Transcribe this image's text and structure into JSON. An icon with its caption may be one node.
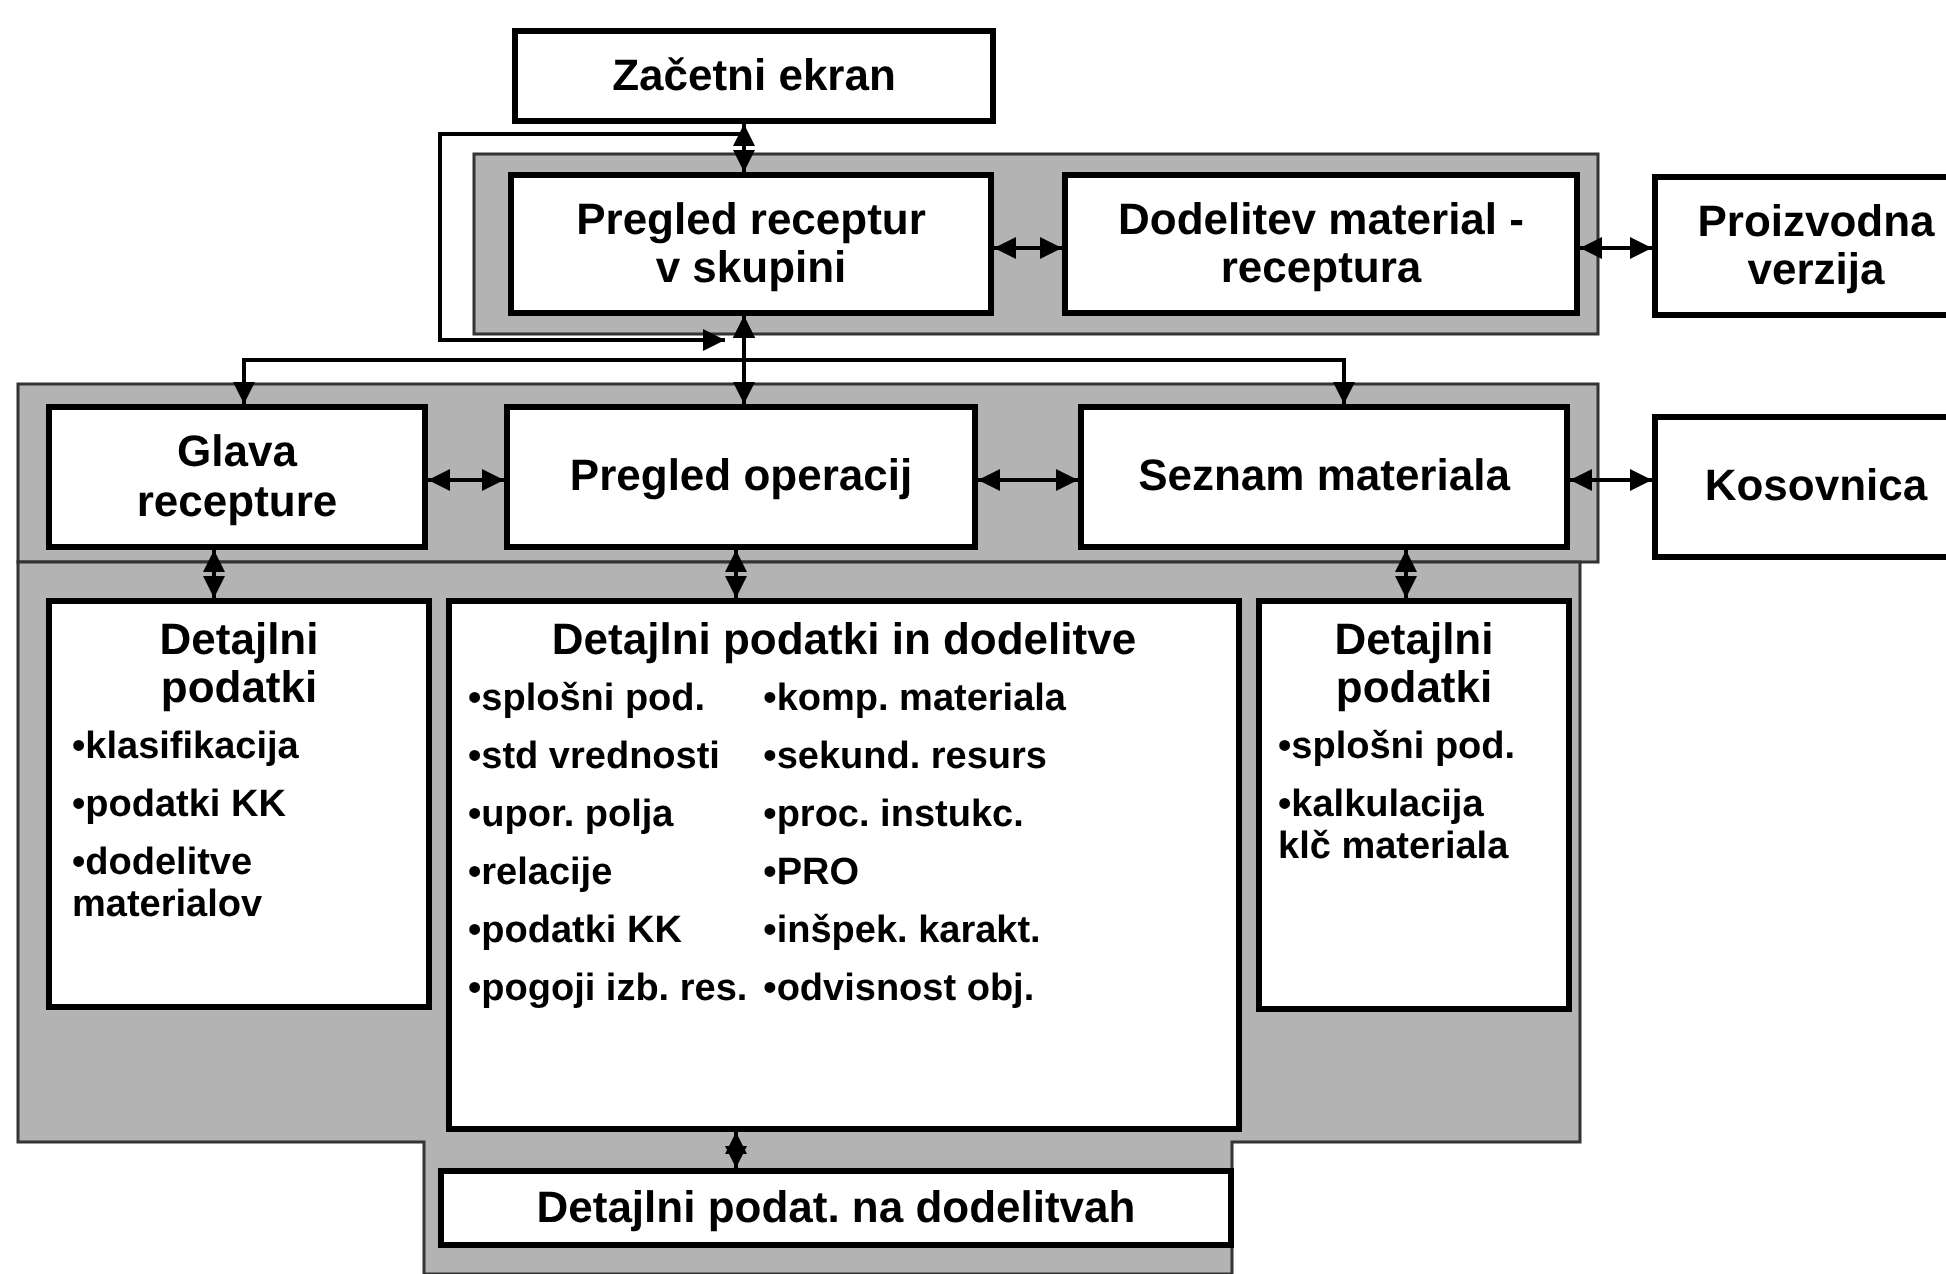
{
  "diagram": {
    "nodes": [
      {
        "text": [
          "Začetni ekran"
        ]
      },
      {
        "text": [],
        "shape": "box"
      },
      {
        "text": [
          "Pregled receptur v skupini"
        ],
        "in": 1
      },
      {
        "text": [
          "Dodelitev material - receptura"
        ],
        "in": 1
      },
      {
        "text": [
          "Proizvodna verzija"
        ]
      },
      {
        "text": [],
        "shape": "box"
      },
      {
        "text": [
          "Glava recepture"
        ],
        "in": 5
      },
      {
        "text": [
          "Pregled operacij"
        ],
        "in": 5
      },
      {
        "text": [
          "Seznam materiala"
        ],
        "in": 5
      },
      {
        "text": [
          "Kosovnica"
        ]
      },
      {
        "text": [],
        "shape": "box"
      },
      {
        "text": [
          "Detajlni podatki",
          "•klasifikacija",
          "•podatki KK",
          "•dodelitve materialov"
        ],
        "in": 10
      },
      {
        "text": [
          "Detajlni podatki in dodelitve",
          "•splošni pod.",
          "•komp. materiala",
          "•std vrednosti",
          "•sekund. resurs",
          "•upor. polja",
          "•proc. instukc.",
          "•relacije",
          "•PRO",
          "•podatki KK",
          "•inšpek. karakt.",
          "•pogoji izb. res.",
          "•odvisnost obj."
        ],
        "in": 10
      },
      {
        "text": [
          "Detajlni podatki",
          "•splošni pod.",
          "•kalkulacija klč materiala"
        ],
        "in": 10
      },
      {
        "text": [
          "Detajlni podat. na dodelitvah"
        ],
        "in": 10
      }
    ],
    "edges": [
      {
        "from": 0,
        "to": 2,
        "arrow": "both"
      },
      {
        "from": 2,
        "to": 3,
        "arrow": "both"
      },
      {
        "from": 3,
        "to": 4,
        "arrow": "both"
      },
      {
        "from": 2,
        "to": 7,
        "arrow": "both"
      },
      {
        "from": 2,
        "to": 6,
        "arrow": "both"
      },
      {
        "from": 2,
        "to": 8,
        "arrow": "both"
      },
      {
        "from": 6,
        "to": 7,
        "arrow": "both"
      },
      {
        "from": 7,
        "to": 8,
        "arrow": "both"
      },
      {
        "from": 8,
        "to": 9,
        "arrow": "both"
      },
      {
        "from": 6,
        "to": 11,
        "arrow": "both"
      },
      {
        "from": 7,
        "to": 12,
        "arrow": "both"
      },
      {
        "from": 8,
        "to": 13,
        "arrow": "both"
      },
      {
        "from": 12,
        "to": 14,
        "arrow": "both"
      },
      {
        "from": 0,
        "to": 2,
        "arrow": "to"
      }
    ]
  }
}
